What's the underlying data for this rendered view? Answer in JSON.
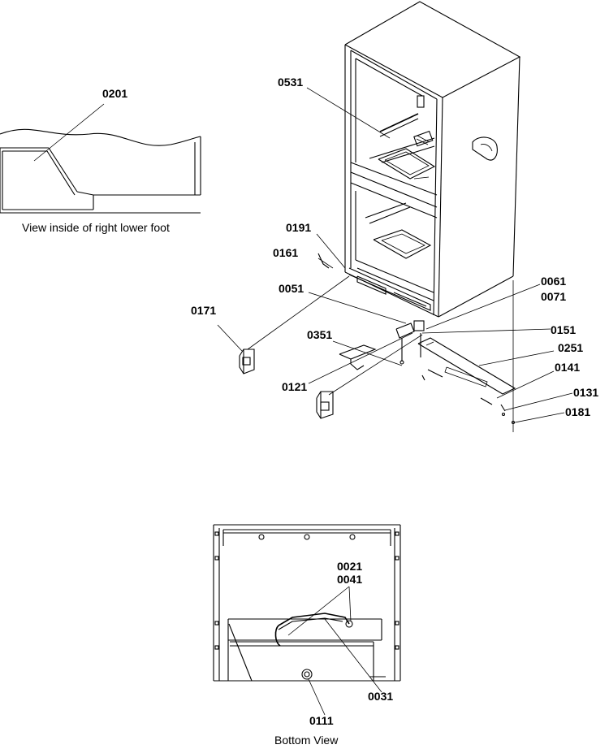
{
  "captions": {
    "inset": "View inside of right lower foot",
    "bottom": "Bottom View"
  },
  "callouts": {
    "c0201": "0201",
    "c0531": "0531",
    "c0191": "0191",
    "c0161": "0161",
    "c0051": "0051",
    "c0061": "0061",
    "c0071": "0071",
    "c0171": "0171",
    "c0351": "0351",
    "c0151": "0151",
    "c0251": "0251",
    "c0121": "0121",
    "c0141": "0141",
    "c0131": "0131",
    "c0181": "0181",
    "c0021": "0021",
    "c0041": "0041",
    "c0031": "0031",
    "c0111": "0111"
  }
}
